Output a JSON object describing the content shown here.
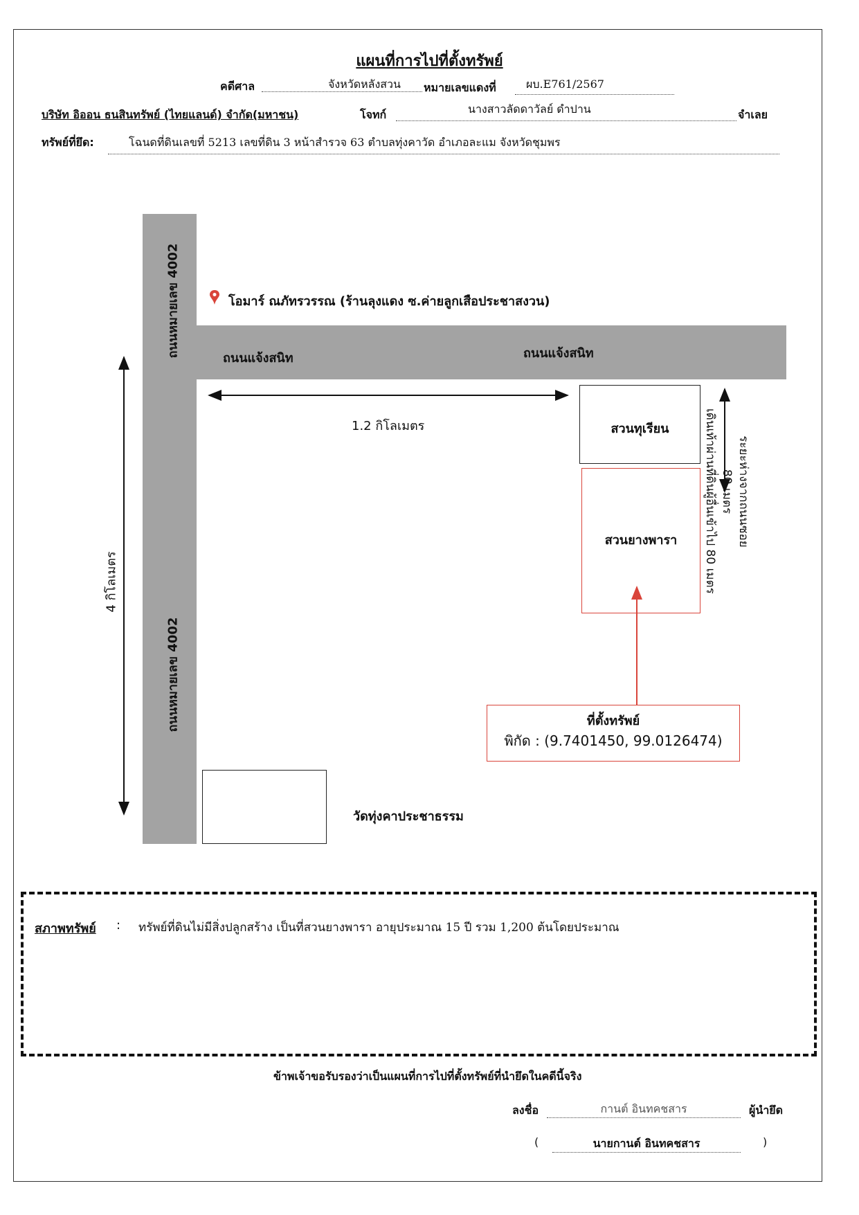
{
  "header": {
    "title": "แผนที่การไปที่ตั้งทรัพย์",
    "court_label": "คดีศาล",
    "court_value": "จังหวัดหลังสวน",
    "case_no_label": "หมายเลขแดงที่",
    "case_no_value": "ผบ.E761/2567",
    "plaintiff": "บริษัท อิออน ธนสินทรัพย์ (ไทยแลนด์) จำกัด(มหาชน)",
    "plaintiff_label": "โจทก์",
    "defendant": "นางสาวลัดดาวัลย์ ดำปาน",
    "defendant_label": "จำเลย",
    "property_label": "ทรัพย์ที่ยึด:",
    "property_value": "โฉนดที่ดินเลขที่ 5213 เลขที่ดิน 3 หน้าสำรวจ 63 ตำบลทุ่งคาวัด  อำเภอละแม จังหวัดชุมพร"
  },
  "map": {
    "road_vertical_top": "ถนนหมายเลข 4002",
    "road_vertical_bottom": "ถนนหมายเลข 4002",
    "road_horizontal_left": "ถนนแจ้งสนิท",
    "road_horizontal_right": "ถนนแจ้งสนิท",
    "landmark": "โอมาร์ ณภัทรวรรณ (ร้านลุงแดง ซ.ค่ายลูกเสือประชาสงวน)",
    "distance_horizontal": "1.2 กิโลเมตร",
    "distance_vertical": "4 กิโลเมตร",
    "durian_garden": "สวนทุเรียน",
    "rubber_garden": "สวนยางพารา",
    "side_note_line1": "ระยะห่างจากถนนซอย",
    "side_note_line2": "80 เมตร",
    "side_note_line3": "เดินเท้าผ่านที่ดินผู้อื่นเข้าไป 80 เมตร",
    "location_title": "ที่ตั้งทรัพย์",
    "location_coords": "พิกัด : (9.7401450, 99.0126474)",
    "temple": "วัดทุ่งคาประชาธรรม",
    "pin_color": "#d9443a",
    "location_color": "#d9443a",
    "road_color": "#a3a3a3"
  },
  "condition": {
    "label": "สภาพทรัพย์",
    "colon": ":",
    "text": "ทรัพย์ที่ดินไม่มีสิ่งปลูกสร้าง เป็นที่สวนยางพารา อายุประมาณ 15 ปี รวม 1,200 ต้นโดยประมาณ"
  },
  "footer": {
    "certify": "ข้าพเจ้าขอรับรองว่าเป็นแผนที่การไปที่ตั้งทรัพย์ที่นำยึดในคดีนี้จริง",
    "sign_label": "ลงชื่อ",
    "signature": "กานต์ อินทคชสาร",
    "role": "ผู้นำยึด",
    "open_paren": "(",
    "printed_name": "นายกานต์ อินทคชสาร",
    "close_paren": ")"
  }
}
